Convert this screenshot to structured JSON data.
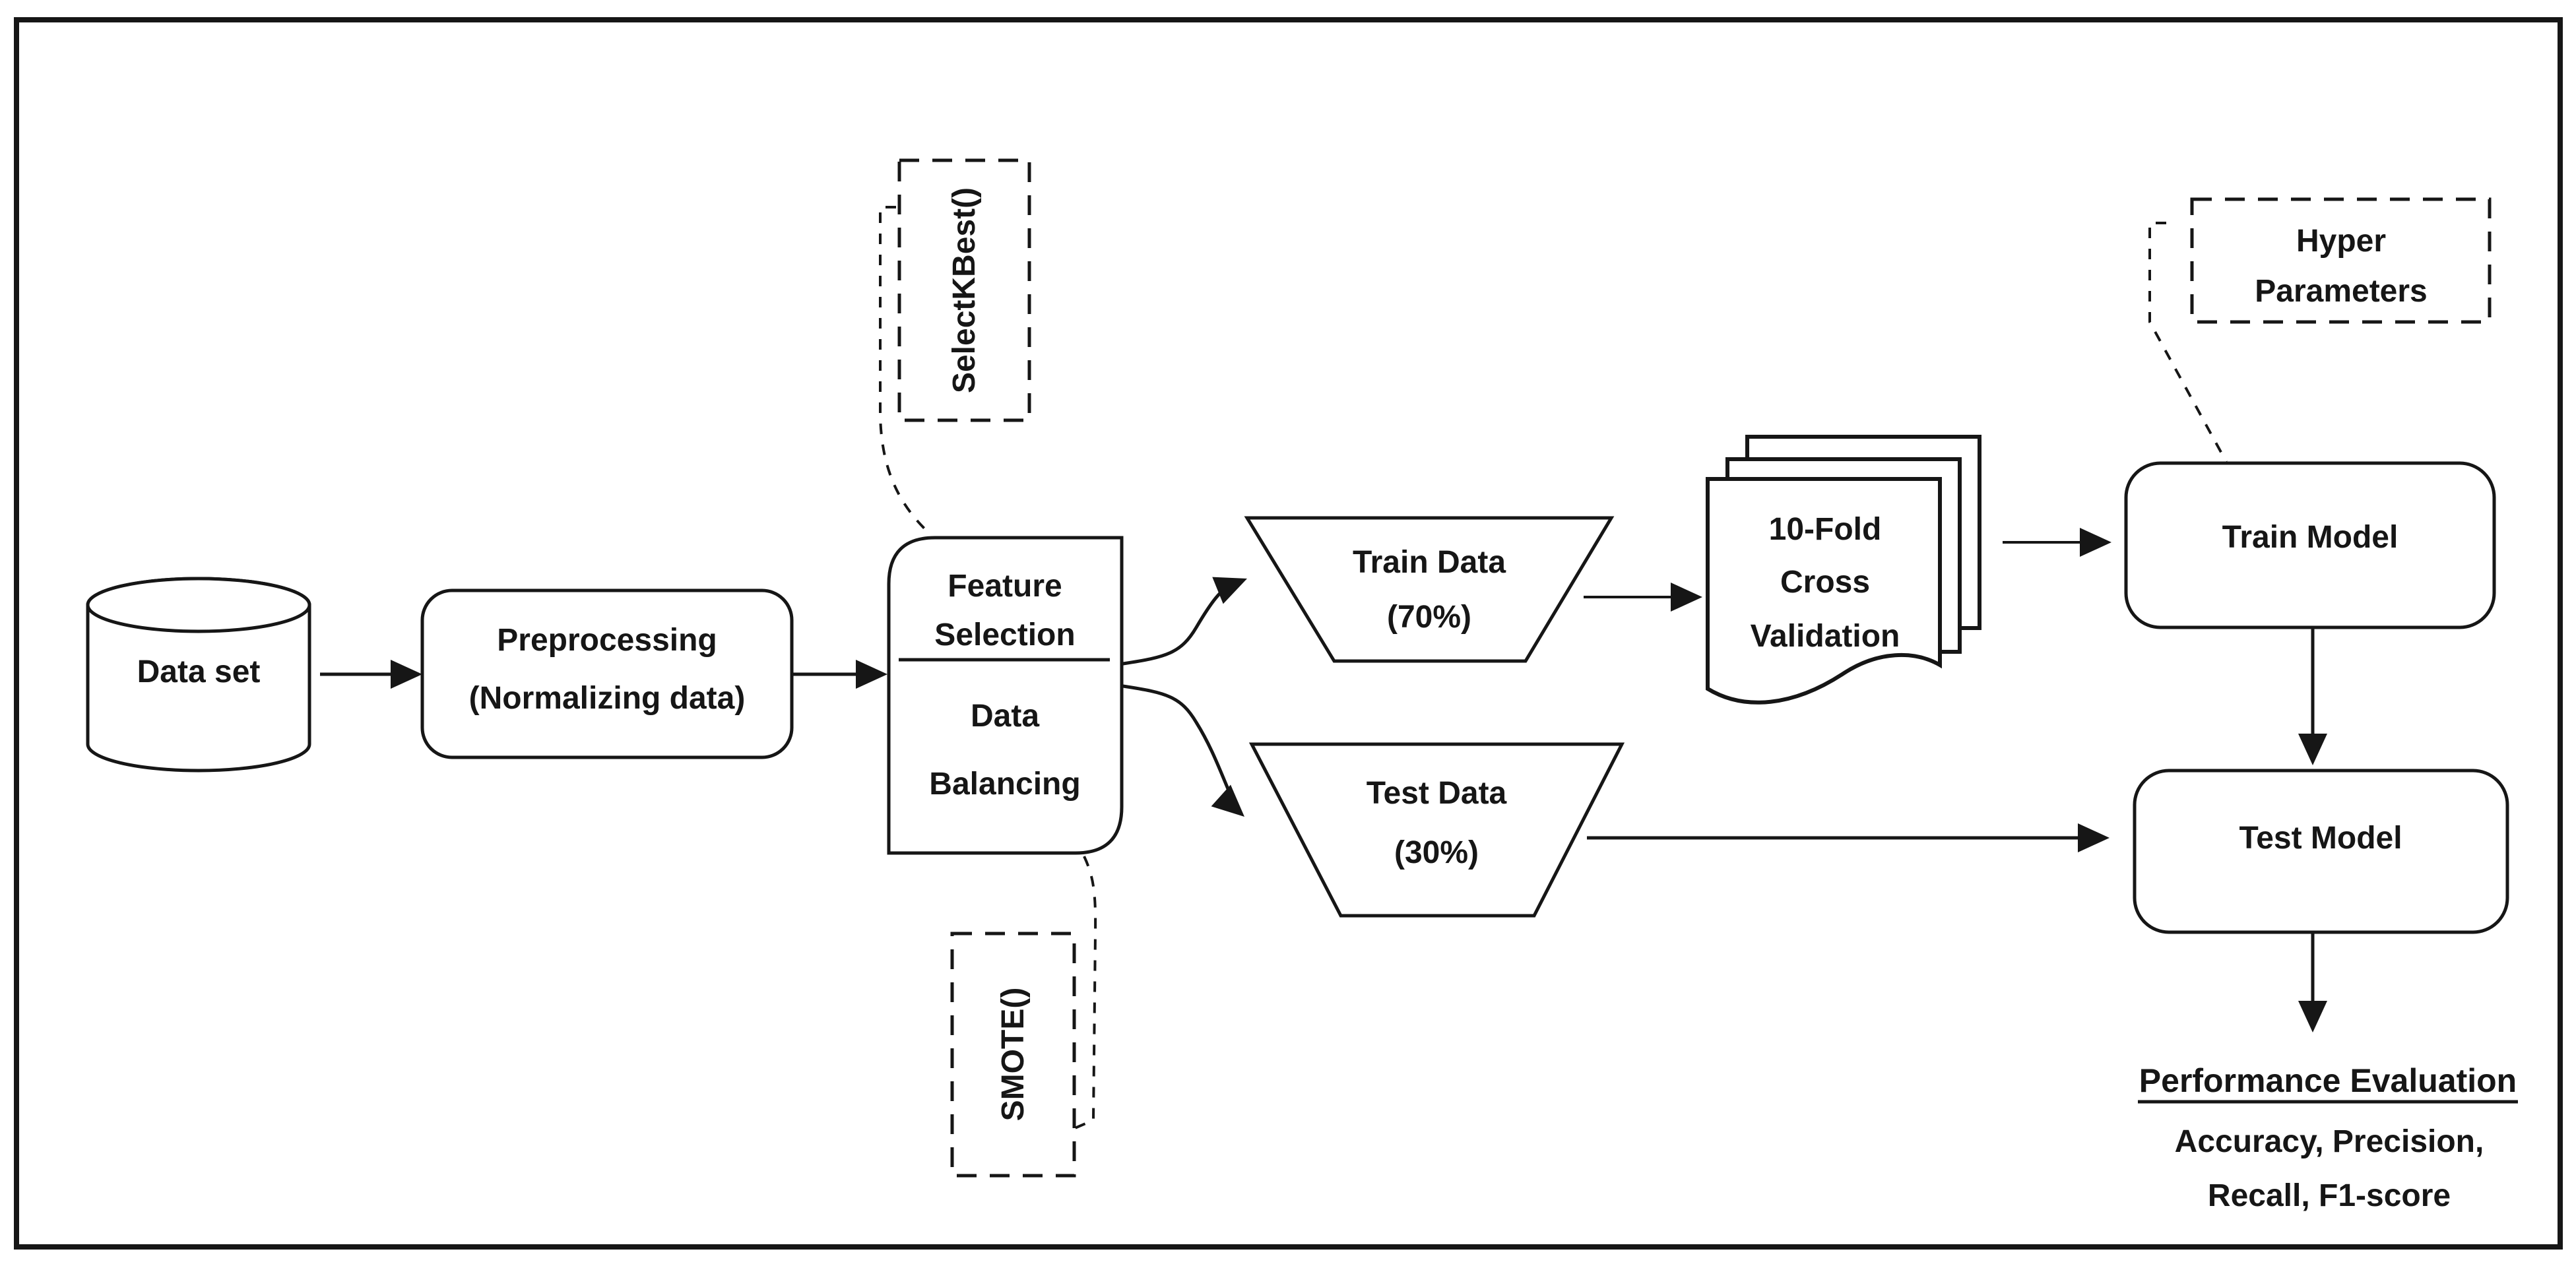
{
  "colors": {
    "ink": "#161616",
    "background": "#ffffff"
  },
  "nodes": {
    "dataset": {
      "label": "Data set"
    },
    "preprocessing": {
      "line1": "Preprocessing",
      "line2": "(Normalizing data)"
    },
    "feature_selection": {
      "line1": "Feature",
      "line2": "Selection"
    },
    "data_balancing": {
      "line1": "Data",
      "line2": "Balancing"
    },
    "selectkbest": {
      "label": "SelectKBest()"
    },
    "smote": {
      "label": "SMOTE()"
    },
    "train_data": {
      "line1": "Train Data",
      "line2": "(70%)"
    },
    "test_data": {
      "line1": "Test Data",
      "line2": "(30%)"
    },
    "cross_validation": {
      "line1": "10-Fold",
      "line2": "Cross",
      "line3": "Validation"
    },
    "hyper_parameters": {
      "line1": "Hyper",
      "line2": "Parameters"
    },
    "train_model": {
      "label": "Train Model"
    },
    "test_model": {
      "label": "Test Model"
    },
    "performance_evaluation": {
      "title": "Performance Evaluation",
      "line1": "Accuracy, Precision,",
      "line2": "Recall, F1-score"
    }
  }
}
